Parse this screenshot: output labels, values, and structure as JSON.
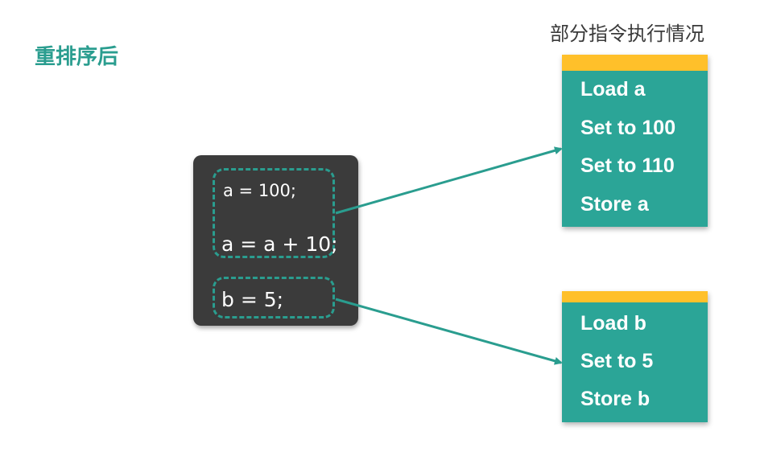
{
  "heading": "重排序后",
  "side_label": "部分指令执行情况",
  "code": {
    "line1": "a = 100;",
    "line2": "a = a + 10;",
    "line3": "b = 5;"
  },
  "instructions_a": [
    "Load a",
    "Set to 100",
    "Set to 110",
    "Store a"
  ],
  "instructions_b": [
    "Load b",
    "Set to 5",
    "Store b"
  ],
  "colors": {
    "accent": "#2a9d8f",
    "box_fill": "#2ba597",
    "box_top_bar": "#ffc02a",
    "code_bg": "#3b3b3b"
  }
}
